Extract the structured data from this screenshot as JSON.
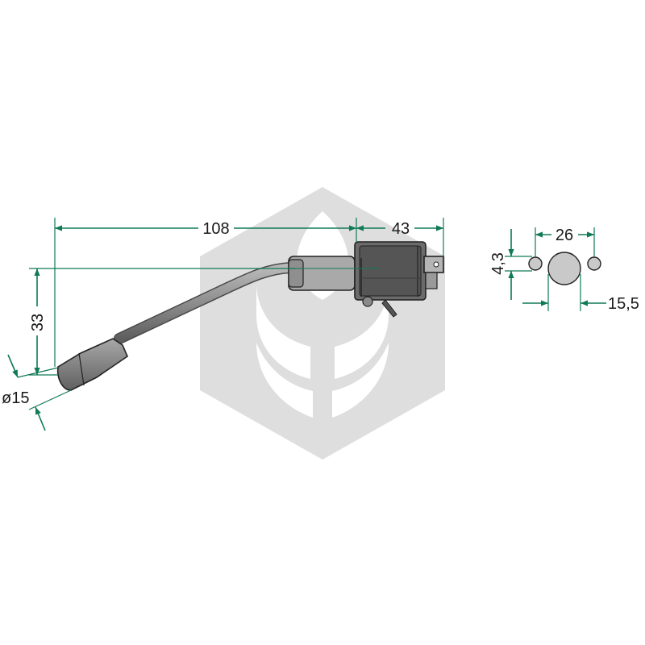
{
  "dimensions": {
    "lever_length": "108",
    "housing_length": "43",
    "lever_height": "33",
    "knob_diameter": "ø15",
    "hole_spacing": "26",
    "small_hole": "4,3",
    "center_hole": "15,5"
  },
  "colors": {
    "dimension_line": "#0f7a55",
    "watermark": "#dcdcdc",
    "part_fill": "#8c8c8c",
    "housing_fill": "#6e6e6e"
  },
  "watermark": {
    "icon": "leaf-hexagon-logo-icon"
  }
}
